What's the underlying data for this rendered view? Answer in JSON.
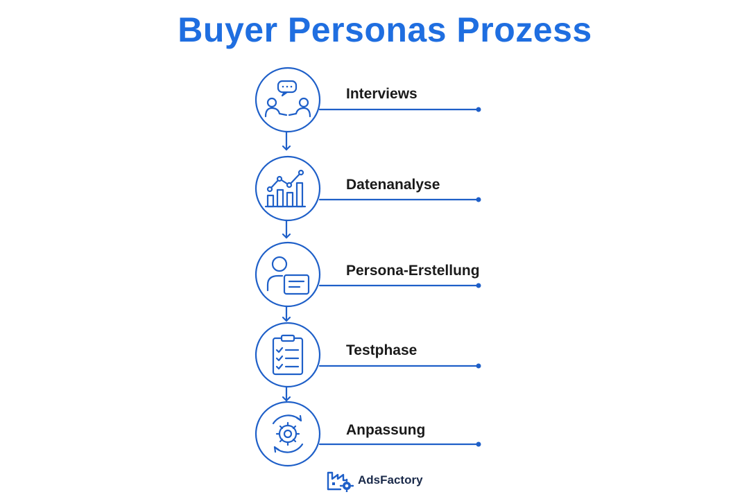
{
  "title": "Buyer Personas Prozess",
  "colors": {
    "accent": "#1f6ee0",
    "stroke": "#1e5fc8",
    "text": "#1a1a1a"
  },
  "steps": [
    {
      "label": "Interviews",
      "icon": "interview-chat-icon"
    },
    {
      "label": "Datenanalyse",
      "icon": "bar-chart-trend-icon"
    },
    {
      "label": "Persona-Erstellung",
      "icon": "persona-profile-icon"
    },
    {
      "label": "Testphase",
      "icon": "clipboard-checklist-icon"
    },
    {
      "label": "Anpassung",
      "icon": "gear-cycle-icon"
    }
  ],
  "brand": {
    "name": "AdsFactory",
    "icon": "factory-logo-icon"
  }
}
